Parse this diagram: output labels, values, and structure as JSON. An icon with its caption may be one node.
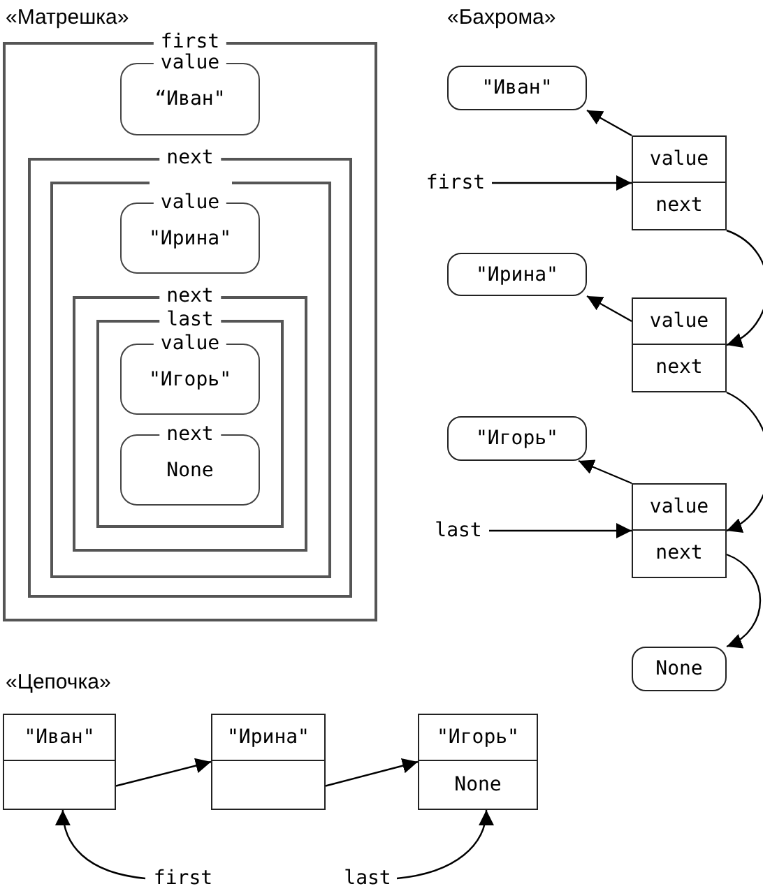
{
  "diagram": {
    "nodes": [
      {
        "text": [
          "first"
        ]
      },
      {
        "text": [
          "value",
          "“Иван\""
        ],
        "in": 0
      },
      {
        "text": [
          "next"
        ],
        "in": 0
      },
      {
        "text": [],
        "shape": "box",
        "in": 2
      },
      {
        "text": [
          "value",
          "\"Ирина\""
        ],
        "in": 3
      },
      {
        "text": [
          "next"
        ],
        "in": 3
      },
      {
        "text": [
          "last"
        ],
        "in": 5
      },
      {
        "text": [
          "value",
          "\"Игорь\""
        ],
        "in": 6
      },
      {
        "text": [
          "next",
          "None"
        ],
        "in": 6
      },
      {
        "text": [
          "\"Иван\""
        ]
      },
      {
        "text": [
          "value",
          "next"
        ]
      },
      {
        "text": [
          "first"
        ]
      },
      {
        "text": [
          "\"Ирина\""
        ]
      },
      {
        "text": [
          "value",
          "next"
        ]
      },
      {
        "text": [
          "\"Игорь\""
        ]
      },
      {
        "text": [
          "value",
          "next"
        ]
      },
      {
        "text": [
          "last"
        ]
      },
      {
        "text": [
          "None"
        ]
      },
      {
        "text": [
          "\"Иван\""
        ]
      },
      {
        "text": [
          "\"Ирина\""
        ]
      },
      {
        "text": [
          "\"Игорь\"",
          "None"
        ]
      },
      {
        "text": [
          "first"
        ]
      },
      {
        "text": [
          "last"
        ]
      }
    ],
    "edges": [
      {
        "from": 10,
        "to": 9,
        "arrow": "to"
      },
      {
        "from": 11,
        "to": 10,
        "arrow": "to"
      },
      {
        "from": 10,
        "to": 13,
        "arrow": "to"
      },
      {
        "from": 13,
        "to": 12,
        "arrow": "to"
      },
      {
        "from": 13,
        "to": 15,
        "arrow": "to"
      },
      {
        "from": 15,
        "to": 14,
        "arrow": "to"
      },
      {
        "from": 16,
        "to": 15,
        "arrow": "to"
      },
      {
        "from": 15,
        "to": 17,
        "arrow": "to"
      },
      {
        "from": 18,
        "to": 19,
        "arrow": "to"
      },
      {
        "from": 19,
        "to": 20,
        "arrow": "to"
      },
      {
        "from": 21,
        "to": 18,
        "arrow": "to"
      },
      {
        "from": 22,
        "to": 20,
        "arrow": "to"
      }
    ],
    "labels": [
      "«Матрешка»",
      "«Бахрома»",
      "«Цепочка»"
    ]
  }
}
